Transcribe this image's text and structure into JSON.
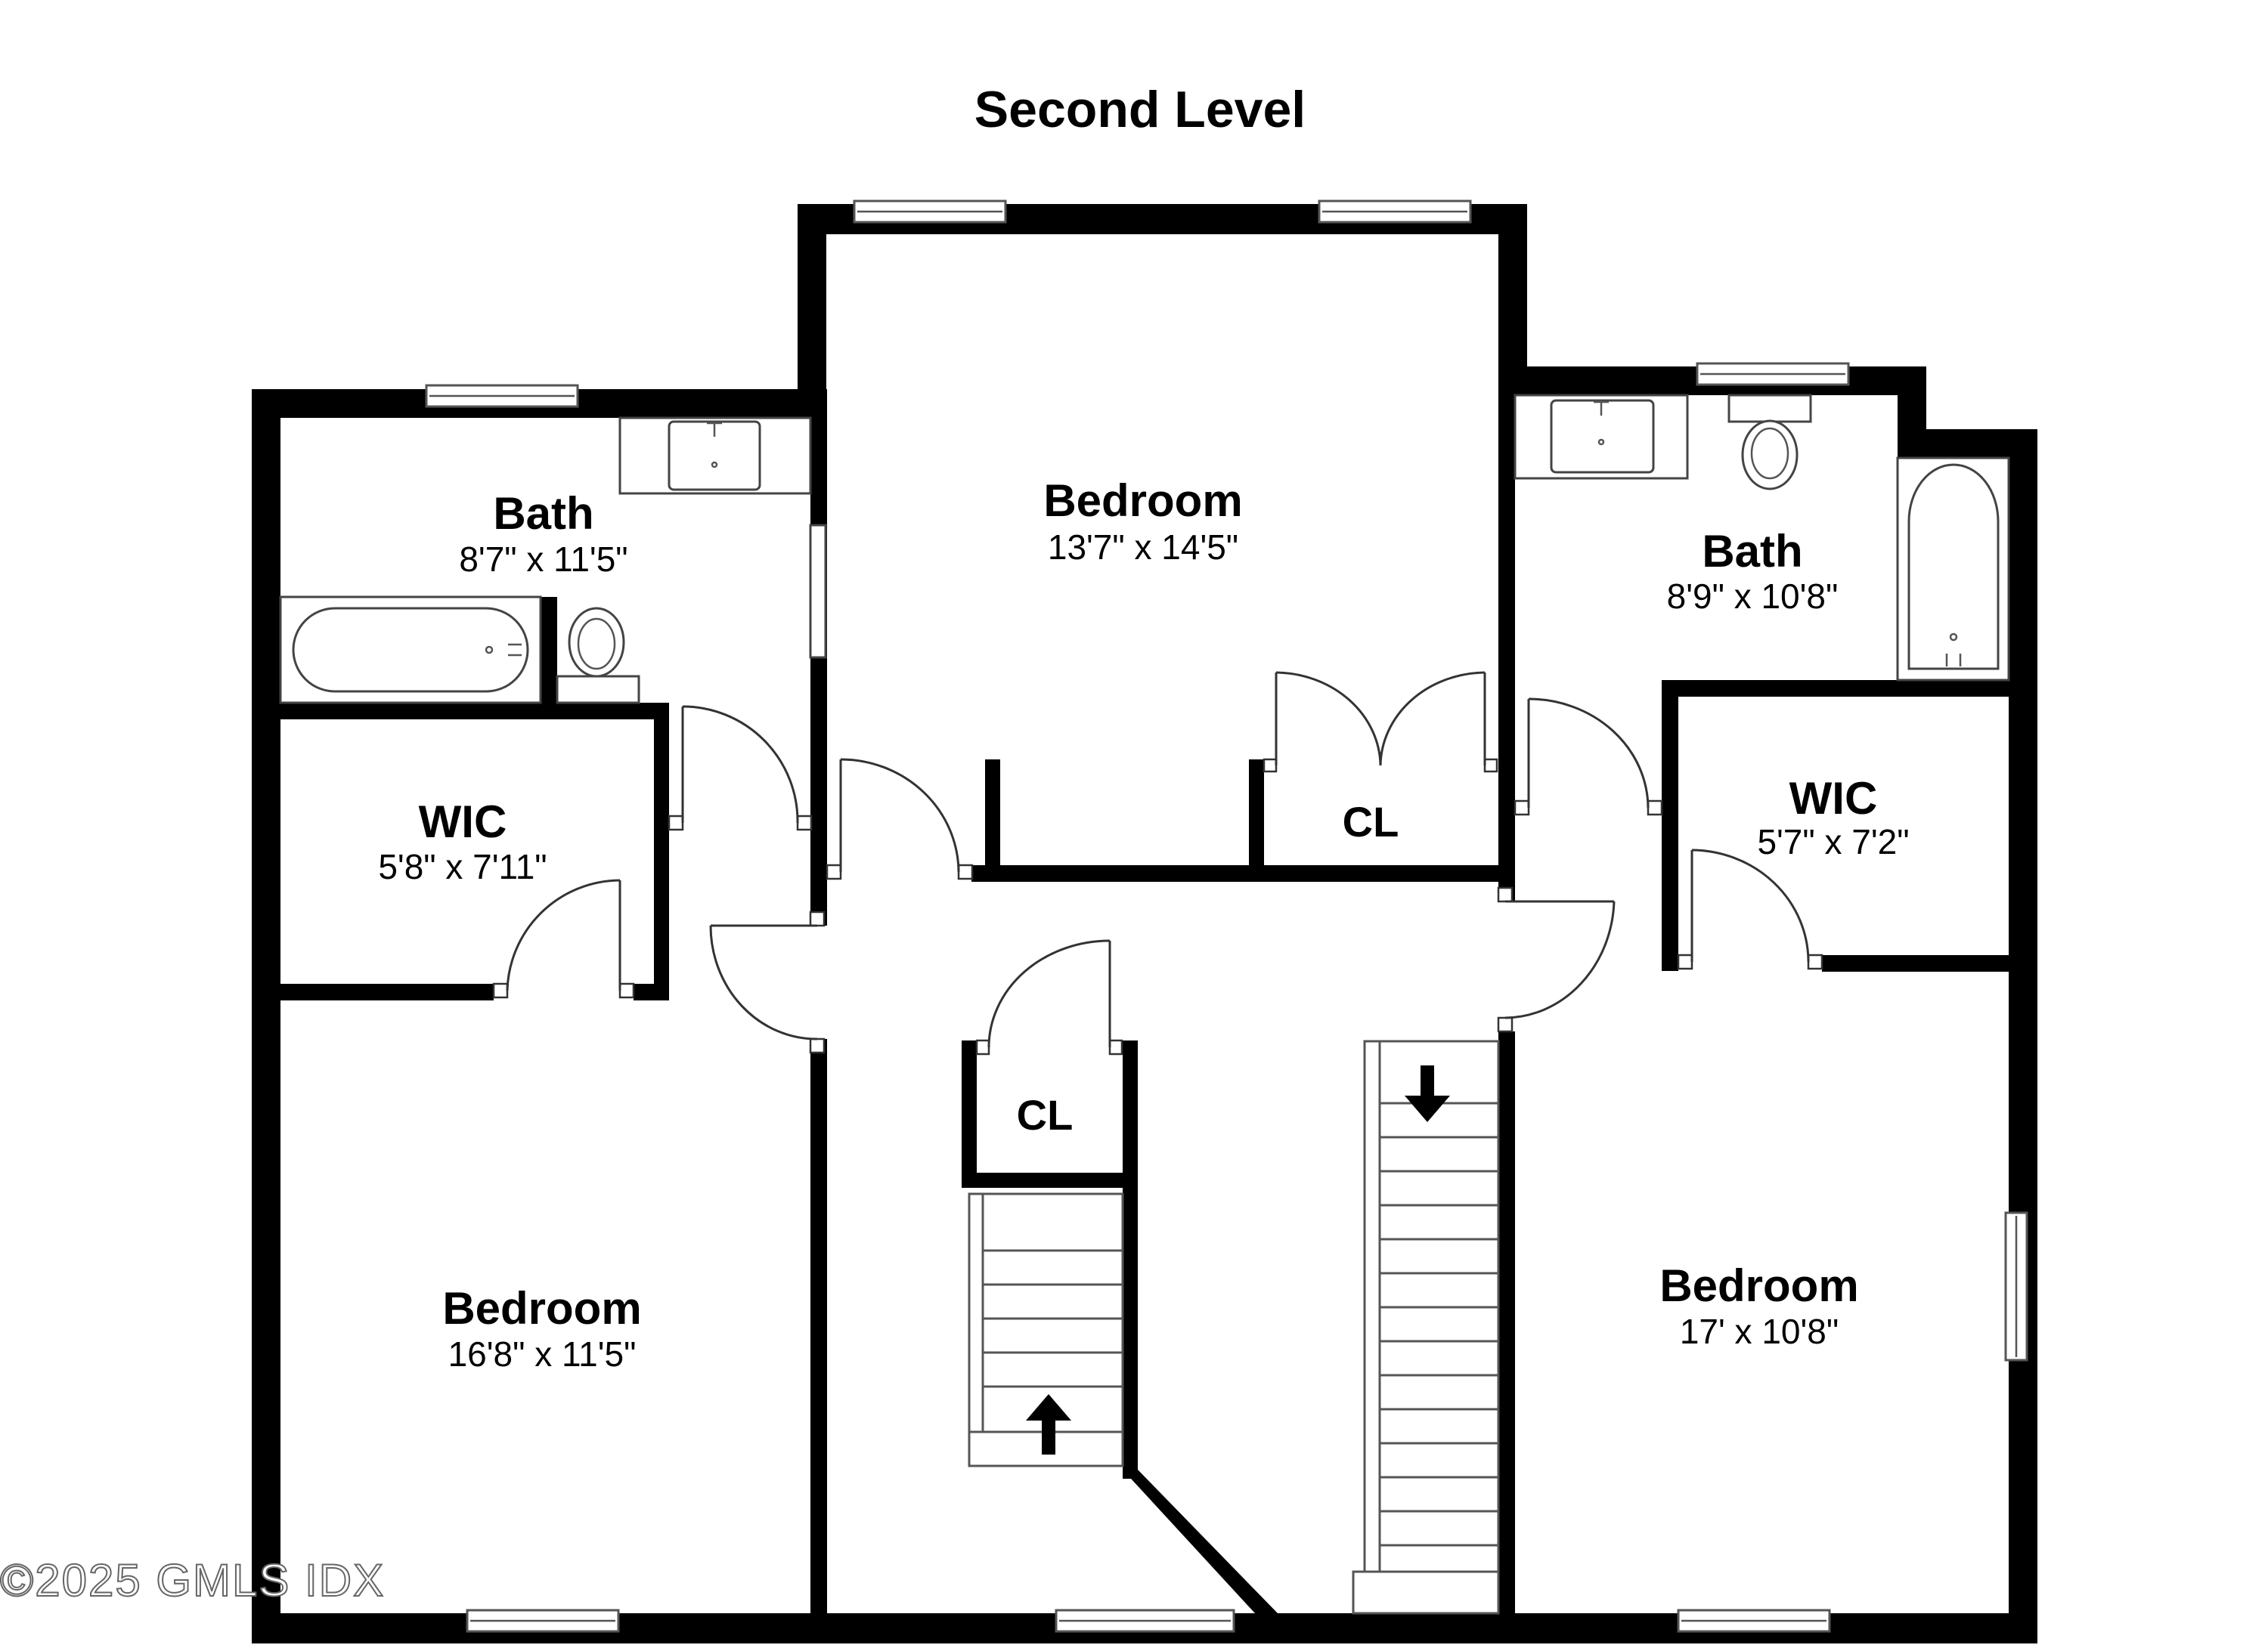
{
  "plan": {
    "title": "Second Level",
    "watermark": "©2025 GMLS IDX"
  },
  "rooms": {
    "bath_left": {
      "name": "Bath",
      "dims": "8'7\" x 11'5\""
    },
    "wic_left": {
      "name": "WIC",
      "dims": "5'8\" x 7'11\""
    },
    "bedroom_top": {
      "name": "Bedroom",
      "dims": "13'7\" x 14'5\""
    },
    "closet_top": {
      "name": "CL"
    },
    "bath_right": {
      "name": "Bath",
      "dims": "8'9\" x 10'8\""
    },
    "wic_right": {
      "name": "WIC",
      "dims": "5'7\" x 7'2\""
    },
    "closet_hall": {
      "name": "CL"
    },
    "bedroom_left": {
      "name": "Bedroom",
      "dims": "16'8\" x 11'5\""
    },
    "bedroom_right": {
      "name": "Bedroom",
      "dims": "17' x 10'8\""
    }
  },
  "stairs": {
    "left": {
      "direction": "up"
    },
    "right": {
      "direction": "down"
    }
  }
}
